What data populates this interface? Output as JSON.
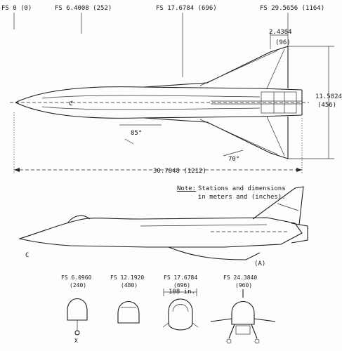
{
  "stations_top": [
    {
      "label": "FS 0 (0)"
    },
    {
      "label": "FS 6.4008 (252)"
    },
    {
      "label": "FS 17.6784 (696)"
    },
    {
      "label": "FS 29.5656 (1164)"
    }
  ],
  "dimensions": {
    "tail_width": "2.4384",
    "tail_width_in": "(96)",
    "span": "11.5824",
    "span_in": "(456)",
    "length": "30.7848 (1212)",
    "sweep_inner": "85°",
    "sweep_outer": "70°"
  },
  "note": {
    "label": "Note:",
    "line1": "Stations and dimensions",
    "line2": "in meters and (inches)."
  },
  "stations_bottom": [
    {
      "fs": "FS 6.0960",
      "inches": "(240)"
    },
    {
      "fs": "FS 12.1920",
      "inches": "(480)"
    },
    {
      "fs": "FS 17.6784",
      "inches": "(696)"
    },
    {
      "fs": "FS 24.3840",
      "inches": "(960)"
    }
  ],
  "fuselage_width": "108 in."
}
